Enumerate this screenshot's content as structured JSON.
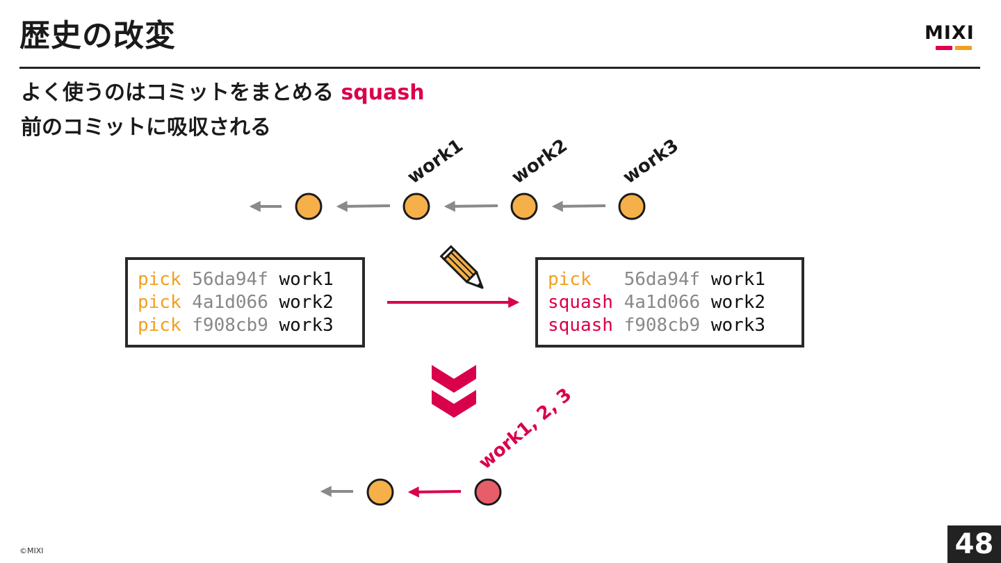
{
  "slide": {
    "title": "歴史の改変",
    "bullets": [
      {
        "text": "よく使うのはコミットをまとめる ",
        "accent": "squash"
      },
      {
        "text": "前のコミットに吸収される",
        "accent": ""
      }
    ],
    "page_number": "48",
    "copyright": "©MIXI"
  },
  "logo": {
    "text": "MIXI",
    "colors": {
      "pink": "#e0004d",
      "orange": "#f0a020"
    }
  },
  "diagram": {
    "top_commits": [
      "work1",
      "work2",
      "work3"
    ],
    "before_rebase": [
      {
        "cmd": "pick",
        "hash": "56da94f",
        "msg": "work1"
      },
      {
        "cmd": "pick",
        "hash": "4a1d066",
        "msg": "work2"
      },
      {
        "cmd": "pick",
        "hash": "f908cb9",
        "msg": "work3"
      }
    ],
    "after_rebase": [
      {
        "cmd": "pick  ",
        "hash": "56da94f",
        "msg": "work1"
      },
      {
        "cmd": "squash",
        "hash": "4a1d066",
        "msg": "work2"
      },
      {
        "cmd": "squash",
        "hash": "f908cb9",
        "msg": "work3"
      }
    ],
    "result_label": "work1, 2, 3",
    "icons": [
      "pencil-icon",
      "double-chevron-down-icon"
    ],
    "colors": {
      "commit_fill": "#f5b049",
      "squashed_fill": "#e85d6a",
      "accent": "#d9004c",
      "arrow_gray": "#8a8a8a",
      "pick": "#f0a020"
    }
  }
}
